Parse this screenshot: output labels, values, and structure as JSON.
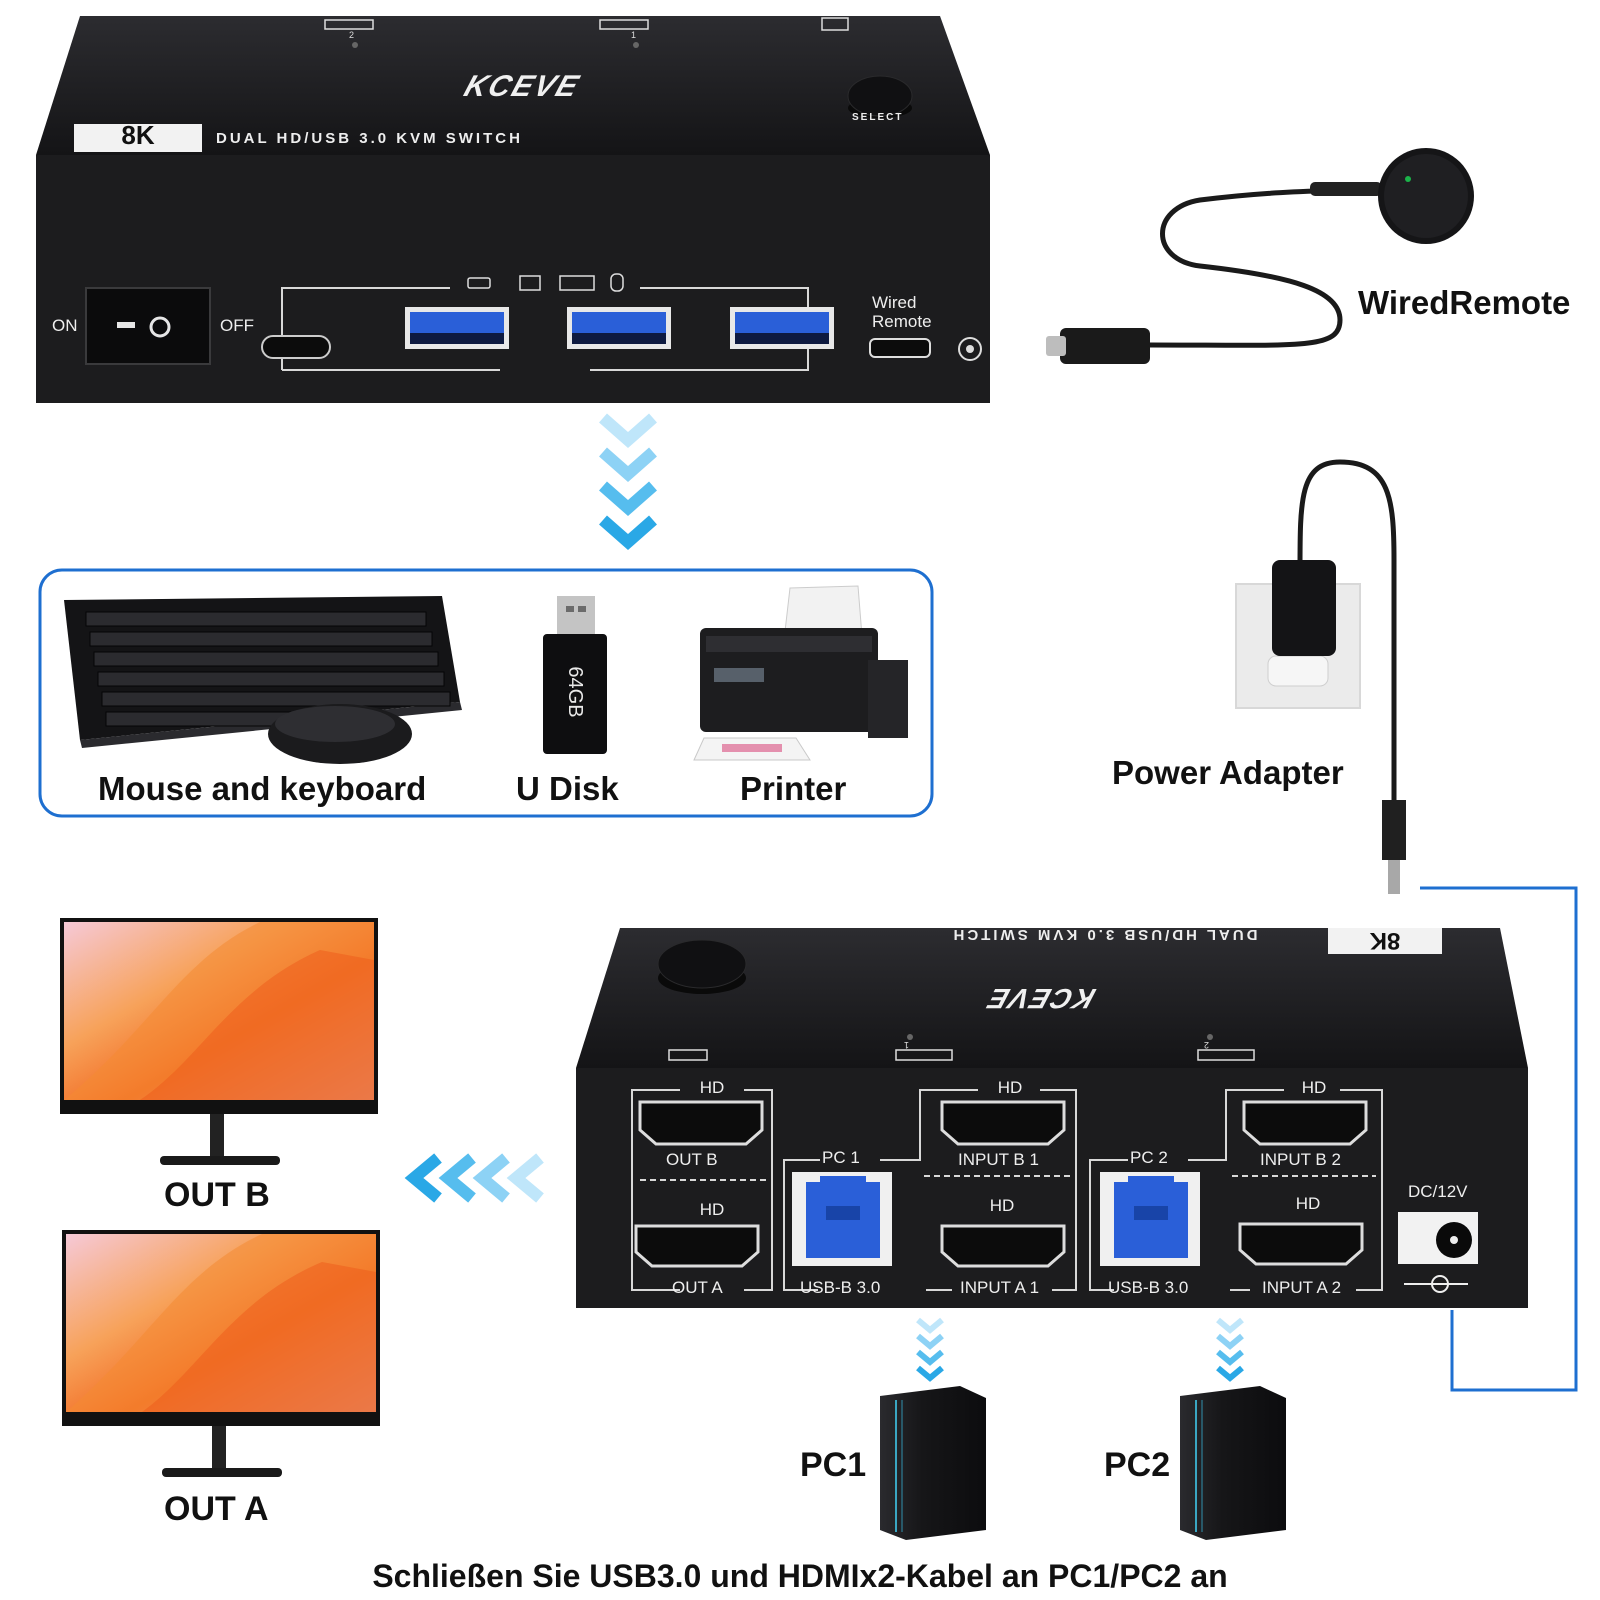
{
  "colors": {
    "accent": "#1e6fd0",
    "device_body": "#1c1c1e",
    "usb_blue": "#2a5fd8",
    "arrow_cyan": "#35b8ee"
  },
  "top_switch": {
    "brand": "KCEVE",
    "badge_8k": "8K",
    "title": "DUAL HD/USB 3.0 KVM SWITCH",
    "select_label": "SELECT",
    "port_num_2": "2",
    "port_num_1": "1",
    "on_label": "ON",
    "off_label": "OFF",
    "wired_remote_port": "Wired Remote",
    "icons": [
      "usb-cable-icon",
      "printer-icon",
      "keyboard-icon",
      "mouse-icon"
    ]
  },
  "accessories": {
    "mouse_keyboard": "Mouse and keyboard",
    "u_disk": "U Disk",
    "u_disk_capacity": "64GB",
    "printer": "Printer"
  },
  "side_labels": {
    "wired_remote": "WiredRemote",
    "power_adapter": "Power Adapter"
  },
  "bottom_switch": {
    "title": "DUAL HD/USB 3.0 KVM SWITCH",
    "brand": "KCEVE",
    "badge_8k": "8K",
    "port_num_1": "1",
    "port_num_2": "2",
    "hd": "HD",
    "out_b": "OUT B",
    "out_a": "OUT A",
    "pc1": "PC 1",
    "pc2": "PC 2",
    "input_b1": "INPUT B 1",
    "input_a1": "INPUT A 1",
    "input_b2": "INPUT B 2",
    "input_a2": "INPUT A 2",
    "usb_b_1": "USB-B 3.0",
    "usb_b_2": "USB-B 3.0",
    "dc": "DC/12V"
  },
  "monitors": {
    "out_b": "OUT B",
    "out_a": "OUT A"
  },
  "pcs": {
    "pc1": "PC1",
    "pc2": "PC2"
  },
  "footer": "Schließen Sie USB3.0 und HDMIx2-Kabel an PC1/PC2 an"
}
